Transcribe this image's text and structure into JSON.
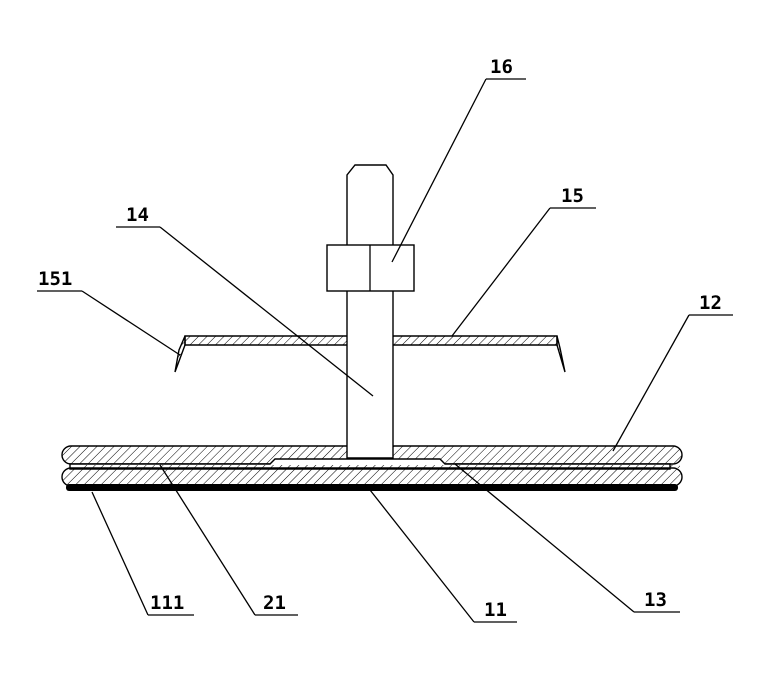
{
  "labels": {
    "l16": "16",
    "l15": "15",
    "l14": "14",
    "l151": "151",
    "l12": "12",
    "l111": "111",
    "l21": "21",
    "l11": "11",
    "l13": "13"
  }
}
